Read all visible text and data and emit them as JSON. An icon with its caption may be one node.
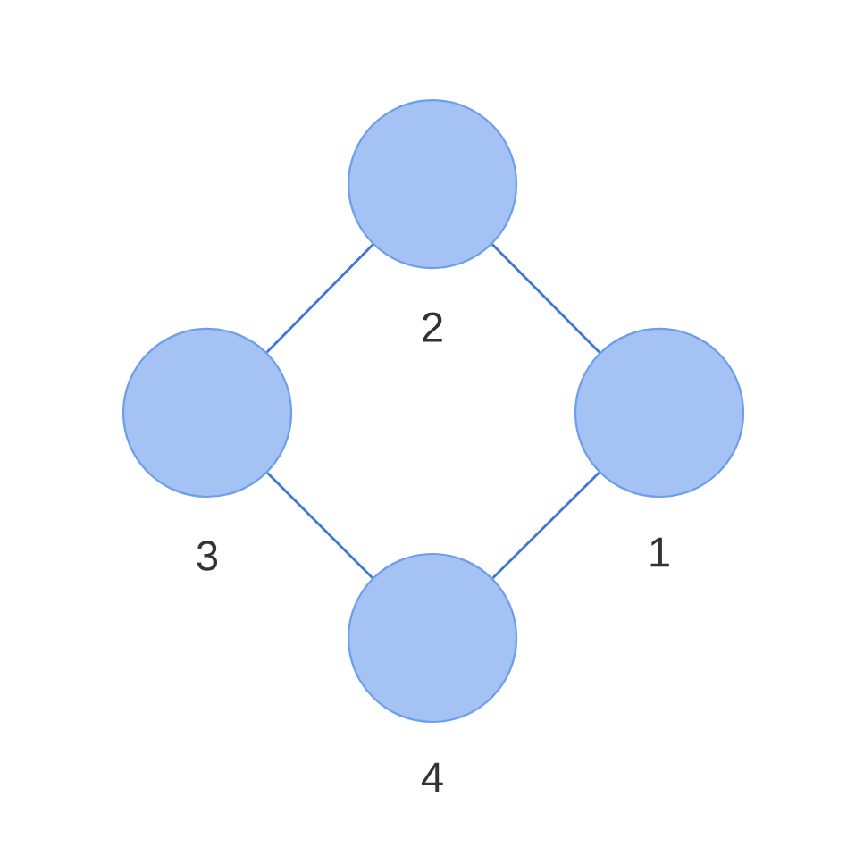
{
  "diagram": {
    "nodes": [
      {
        "text": [],
        "shape": "circle",
        "beside": [
          "2"
        ]
      },
      {
        "text": [],
        "shape": "circle",
        "beside": [
          "3"
        ]
      },
      {
        "text": [],
        "shape": "circle",
        "beside": [
          "1"
        ]
      },
      {
        "text": [],
        "shape": "circle",
        "beside": [
          "4"
        ]
      }
    ],
    "edges": [
      {
        "from": 0,
        "to": 1,
        "arrow": "none"
      },
      {
        "from": 0,
        "to": 2,
        "arrow": "none"
      },
      {
        "from": 1,
        "to": 3,
        "arrow": "none"
      },
      {
        "from": 2,
        "to": 3,
        "arrow": "none"
      }
    ]
  }
}
